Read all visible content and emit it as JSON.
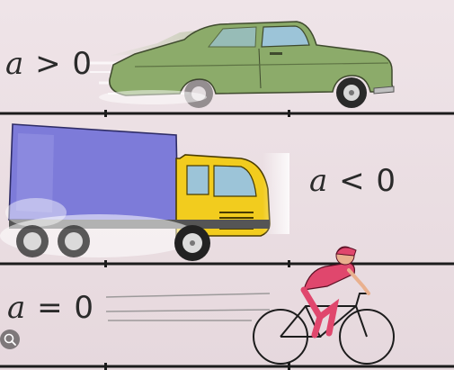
{
  "labels": {
    "accelerating": {
      "symbol": "a",
      "relation": ">",
      "value": "0"
    },
    "decelerating": {
      "symbol": "a",
      "relation": "<",
      "value": "0"
    },
    "constant": {
      "symbol": "a",
      "relation": "=",
      "value": "0"
    }
  },
  "colors": {
    "background": "#ece0e4",
    "car_body": "#8cab6a",
    "truck_cab": "#f2cc1e",
    "truck_box": "#7d7bd9",
    "cyclist_jersey": "#e0476d",
    "road_line": "#1c1c1c"
  },
  "icons": [
    "image-search-icon"
  ]
}
